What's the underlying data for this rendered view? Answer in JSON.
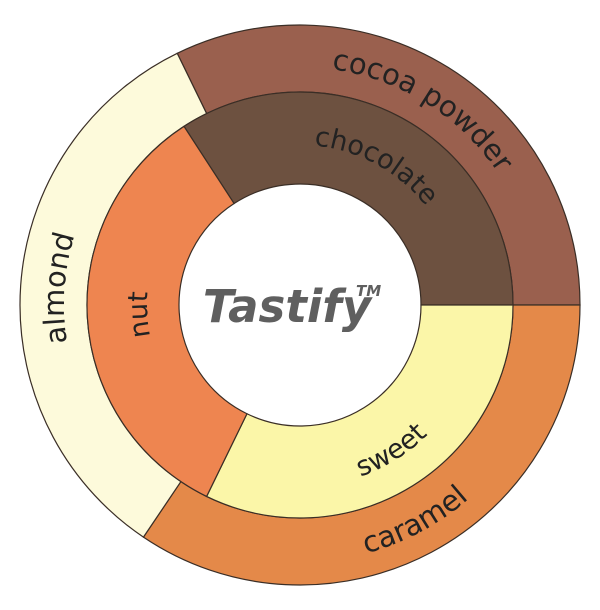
{
  "center": {
    "brand": "Tastify",
    "trademark": "TM"
  },
  "inner_ring": [
    {
      "label": "chocolate",
      "color": "#6d5140"
    },
    {
      "label": "sweet",
      "color": "#fbf6a8"
    },
    {
      "label": "nut",
      "color": "#ee8550"
    }
  ],
  "outer_ring": [
    {
      "label": "cocoa powder",
      "color": "#9a604e"
    },
    {
      "label": "caramel",
      "color": "#e48949"
    },
    {
      "label": "almond",
      "color": "#fdfadb"
    }
  ],
  "stroke_color": "#3a2e26"
}
